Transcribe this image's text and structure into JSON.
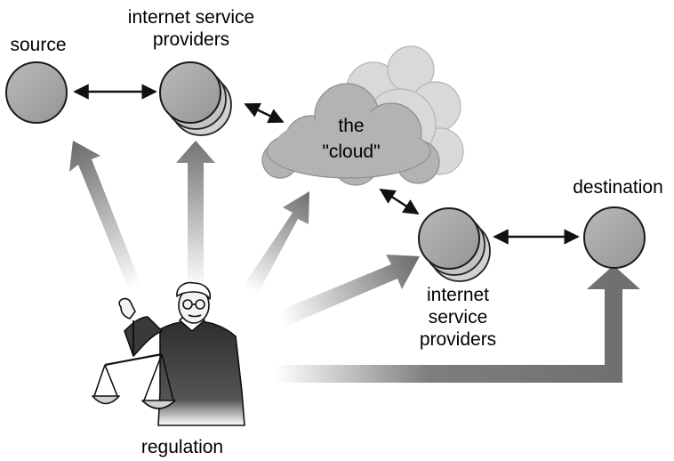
{
  "labels": {
    "source": "source",
    "isp_top": "internet service\nproviders",
    "cloud": "the\n\"cloud\"",
    "destination": "destination",
    "isp_bottom": "internet\nservice\nproviders",
    "regulation": "regulation"
  },
  "colors": {
    "node_fill": "#a6a6a6",
    "node_stroke": "#1a1a1a",
    "cloud_front": "#b3b3b3",
    "cloud_back": "#d9d9d9",
    "arrow_dark": "#707070",
    "figure_robe": "#3a3a3a"
  }
}
